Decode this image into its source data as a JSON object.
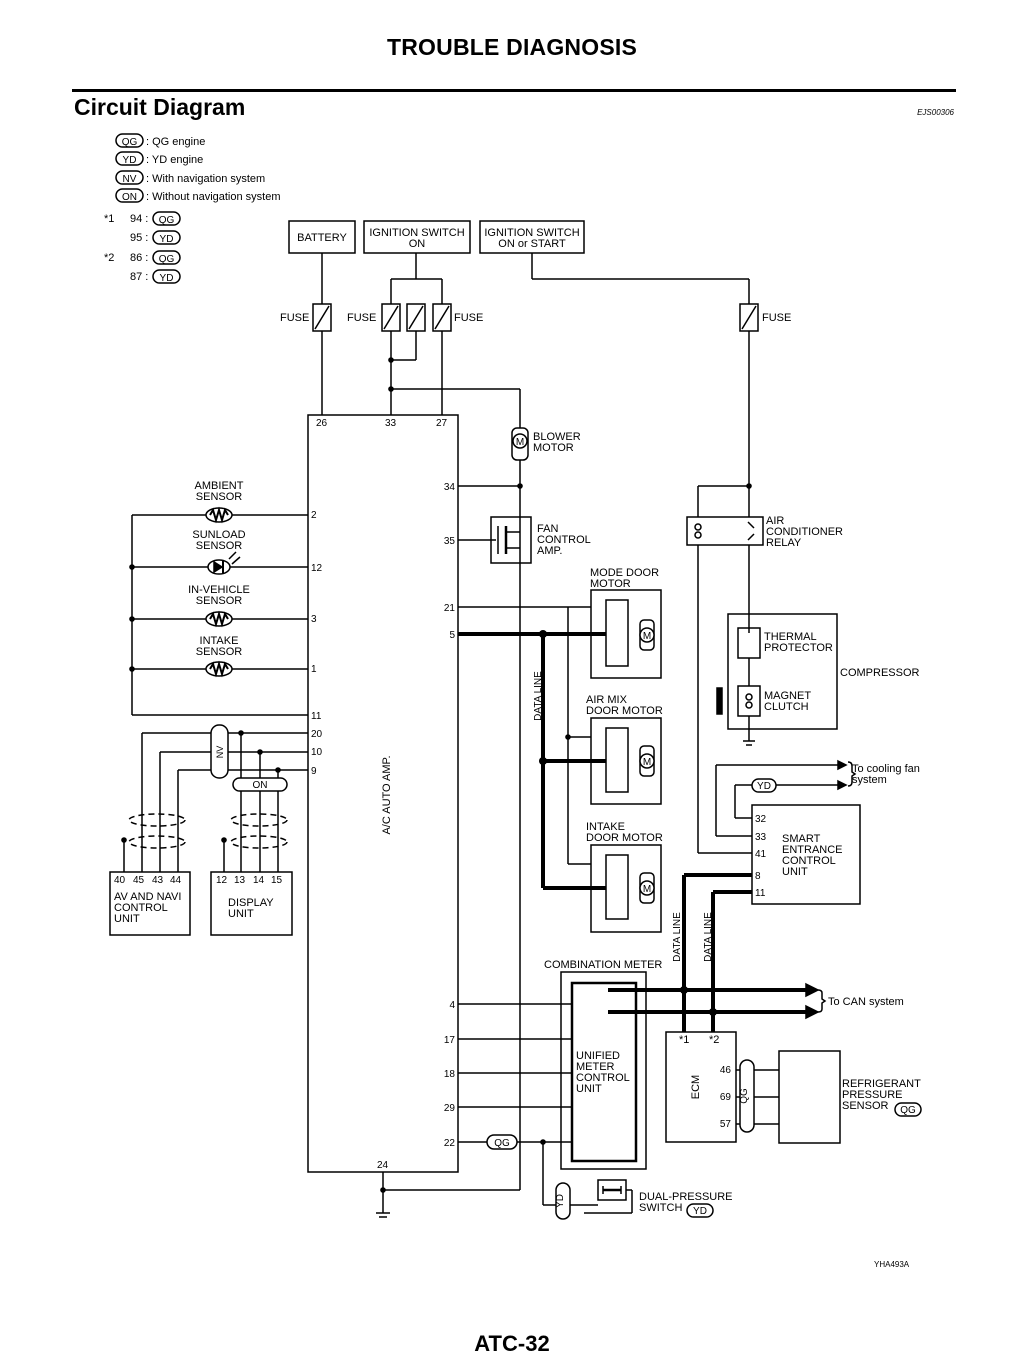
{
  "header": {
    "title": "TROUBLE DIAGNOSIS",
    "section": "Circuit Diagram",
    "section_code": "EJS00306"
  },
  "legend": {
    "qg": "QG",
    "yd": "YD",
    "nv": "NV",
    "on": "ON",
    "qg_desc": ": QG engine",
    "yd_desc": ": YD engine",
    "nv_desc": ": With navigation system",
    "on_desc": ": Without navigation system",
    "note1": "*1",
    "note2": "*2",
    "note1_a": "94 :",
    "note1_b": "95 :",
    "note2_a": "86 :",
    "note2_b": "87 :"
  },
  "power": {
    "battery": "BATTERY",
    "ign_on_1": "IGNITION SWITCH",
    "ign_on_2": "ON",
    "ign_start_1": "IGNITION SWITCH",
    "ign_start_2": "ON or START",
    "fuse": "FUSE"
  },
  "amp": {
    "label": "A/C AUTO AMP.",
    "pins": [
      "26",
      "33",
      "27",
      "34",
      "35",
      "2",
      "12",
      "3",
      "1",
      "21",
      "5",
      "11",
      "20",
      "10",
      "9",
      "4",
      "17",
      "18",
      "29",
      "22",
      "24"
    ]
  },
  "sensors": {
    "ambient_1": "AMBIENT",
    "ambient_2": "SENSOR",
    "sunload_1": "SUNLOAD",
    "sunload_2": "SENSOR",
    "invehicle_1": "IN-VEHICLE",
    "invehicle_2": "SENSOR",
    "intake_1": "INTAKE",
    "intake_2": "SENSOR"
  },
  "components": {
    "blower_1": "BLOWER",
    "blower_2": "MOTOR",
    "m": "M",
    "fan_1": "FAN",
    "fan_2": "CONTROL",
    "fan_3": "AMP.",
    "mode_1": "MODE DOOR",
    "mode_2": "MOTOR",
    "airmix_1": "AIR MIX",
    "airmix_2": "DOOR MOTOR",
    "intakedoor_1": "INTAKE",
    "intakedoor_2": "DOOR MOTOR",
    "data_line": "DATA LINE",
    "relay_1": "AIR",
    "relay_2": "CONDITIONER",
    "relay_3": "RELAY",
    "thermal_1": "THERMAL",
    "thermal_2": "PROTECTOR",
    "compressor": "COMPRESSOR",
    "clutch_1": "MAGNET",
    "clutch_2": "CLUTCH",
    "cooling_1": "To cooling fan",
    "cooling_2": "system",
    "smart_1": "SMART",
    "smart_2": "ENTRANCE",
    "smart_3": "CONTROL",
    "smart_4": "UNIT",
    "smart_pins": [
      "32",
      "33",
      "41",
      "8",
      "11"
    ],
    "av_pins": [
      "40",
      "45",
      "43",
      "44"
    ],
    "av_1": "AV AND NAVI",
    "av_2": "CONTROL",
    "av_3": "UNIT",
    "disp_pins": [
      "12",
      "13",
      "14",
      "15"
    ],
    "disp_1": "DISPLAY",
    "disp_2": "UNIT",
    "combination": "COMBINATION METER",
    "umcu_1": "UNIFIED",
    "umcu_2": "METER",
    "umcu_3": "CONTROL",
    "umcu_4": "UNIT",
    "can": "To CAN system",
    "ecm": "ECM",
    "ecm_pins": [
      "46",
      "69",
      "57"
    ],
    "refrig_1": "REFRIGERANT",
    "refrig_2": "PRESSURE",
    "refrig_3": "SENSOR",
    "dual_1": "DUAL-PRESSURE",
    "dual_2": "SWITCH"
  },
  "footer": {
    "figure_code": "YHA493A",
    "page": "ATC-32"
  }
}
